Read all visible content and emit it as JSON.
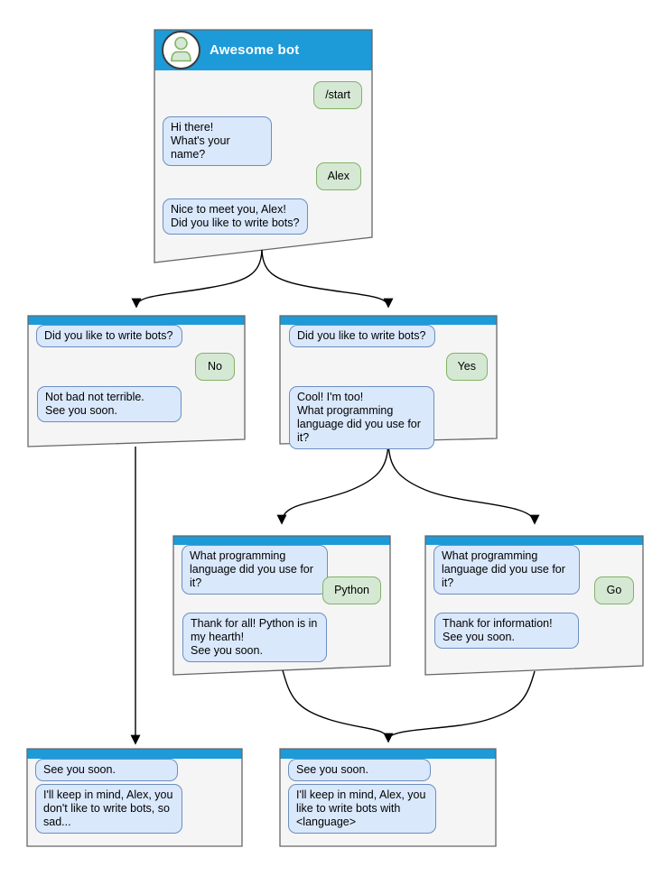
{
  "diagram": {
    "colors": {
      "header_blue": "#1d9ad8",
      "window_fill": "#f5f5f5",
      "window_border": "#666666",
      "bot_bubble_fill": "#dae8fc",
      "bot_bubble_border": "#6c8ebf",
      "user_bubble_fill": "#d5e8d4",
      "user_bubble_border": "#82b366"
    },
    "windows": [
      {
        "id": "start",
        "title": "Awesome bot",
        "messages": [
          {
            "side": "right",
            "text": "/start"
          },
          {
            "side": "left",
            "text": "Hi there!\nWhat's your name?"
          },
          {
            "side": "right",
            "text": "Alex"
          },
          {
            "side": "left",
            "text": "Nice to meet you, Alex!\nDid you like to write bots?"
          }
        ]
      },
      {
        "id": "branch-no",
        "messages": [
          {
            "side": "left",
            "text": "Did you like to write bots?"
          },
          {
            "side": "right",
            "text": "No"
          },
          {
            "side": "left",
            "text": "Not bad not terrible.\nSee you soon."
          }
        ]
      },
      {
        "id": "branch-yes",
        "messages": [
          {
            "side": "left",
            "text": "Did you like to write bots?"
          },
          {
            "side": "right",
            "text": "Yes"
          },
          {
            "side": "left",
            "text": "Cool! I'm too!\nWhat programming\nlanguage did you use for it?"
          }
        ]
      },
      {
        "id": "branch-python",
        "messages": [
          {
            "side": "left",
            "text": "What programming\nlanguage did you use for it?"
          },
          {
            "side": "right",
            "text": "Python"
          },
          {
            "side": "left",
            "text": "Thank for all! Python is in\nmy hearth!\nSee you soon."
          }
        ]
      },
      {
        "id": "branch-go",
        "messages": [
          {
            "side": "left",
            "text": "What programming\nlanguage did you use for it?"
          },
          {
            "side": "right",
            "text": "Go"
          },
          {
            "side": "left",
            "text": "Thank for information!\nSee you soon."
          }
        ]
      },
      {
        "id": "end-no",
        "messages": [
          {
            "side": "left",
            "text": "See you soon."
          },
          {
            "side": "left",
            "text": "I'll keep in mind, Alex, you\ndon't like to write bots, so\nsad..."
          }
        ]
      },
      {
        "id": "end-yes",
        "messages": [
          {
            "side": "left",
            "text": "See you soon."
          },
          {
            "side": "left",
            "text": "I'll keep in mind, Alex, you\nlike to write bots with\n<language>"
          }
        ]
      }
    ]
  }
}
